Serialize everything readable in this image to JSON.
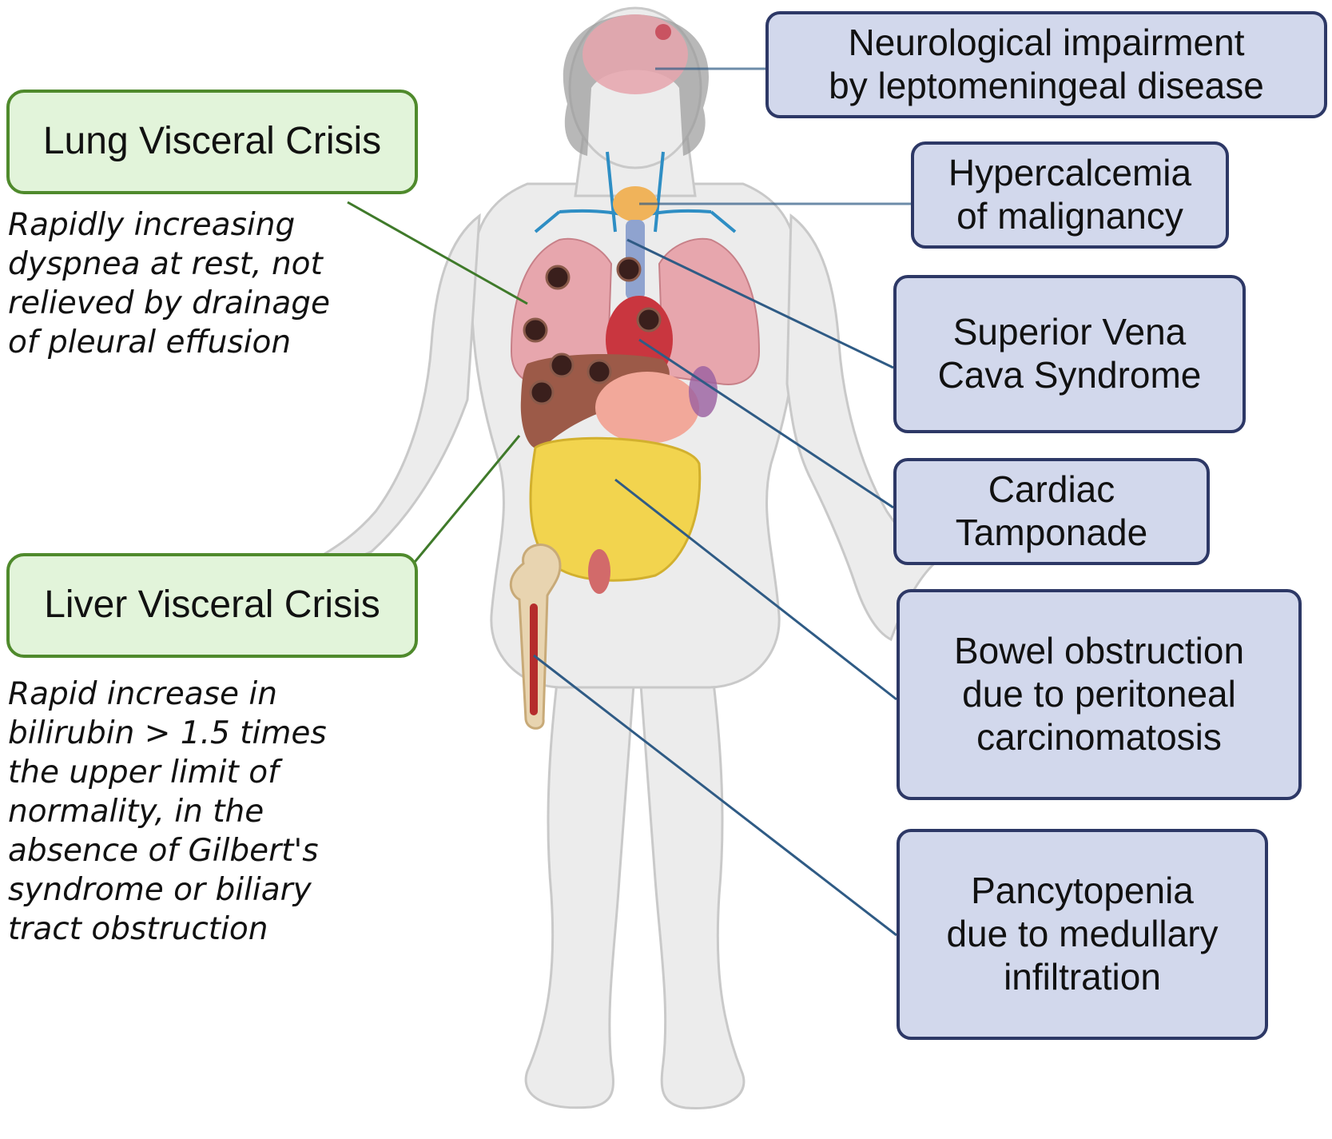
{
  "lung": {
    "title": "Lung Visceral Crisis",
    "note": [
      "Rapidly increasing",
      "dyspnea at rest, not",
      "relieved by drainage",
      "of pleural effusion"
    ]
  },
  "liver": {
    "title": "Liver Visceral Crisis",
    "note": [
      "Rapid increase in",
      "bilirubin > 1.5 times",
      "the upper limit of",
      "normality, in the",
      "absence of Gilbert's",
      "syndrome or biliary",
      "tract obstruction"
    ]
  },
  "crises": [
    {
      "lines": [
        "Neurological impairment",
        "by leptomeningeal disease"
      ]
    },
    {
      "lines": [
        "Hypercalcemia",
        "of malignancy"
      ]
    },
    {
      "lines": [
        "Superior Vena",
        "Cava Syndrome"
      ]
    },
    {
      "lines": [
        "Cardiac",
        "Tamponade"
      ]
    },
    {
      "lines": [
        "Bowel obstruction",
        "due to peritoneal",
        "carcinomatosis"
      ]
    },
    {
      "lines": [
        "Pancytopenia",
        "due to medullary",
        "infiltration"
      ]
    }
  ],
  "colors": {
    "green_border": "#4f8a2c",
    "green_fill": "#e2f4da",
    "blue_border": "#2d3866",
    "blue_fill": "#d2d8ec",
    "green_line": "#3f7a2a",
    "blue_line": "#2f5b85"
  }
}
